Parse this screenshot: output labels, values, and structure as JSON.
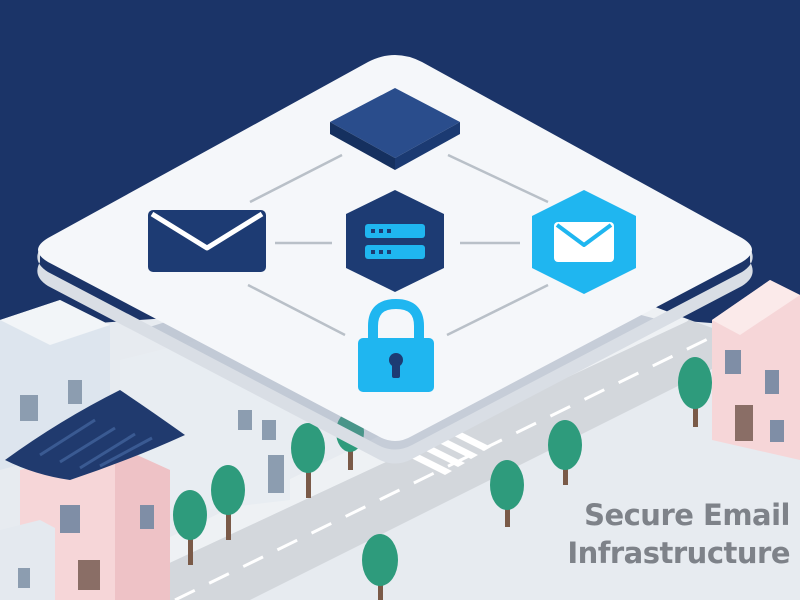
{
  "caption": {
    "line1": "Secure Email",
    "line2": "Infrastructure"
  },
  "colors": {
    "background": "#1b3468",
    "platform": "#f4f6f9",
    "dark_node": "#1d3b73",
    "accent": "#1fb6f0",
    "connector": "#b9c0c8",
    "tree": "#2e9b7c",
    "road": "#d2d6db"
  },
  "nodes": [
    {
      "id": "top",
      "icon": "square-block-icon"
    },
    {
      "id": "left",
      "icon": "envelope-icon"
    },
    {
      "id": "center",
      "icon": "server-icon"
    },
    {
      "id": "right",
      "icon": "envelope-hexagon-icon"
    },
    {
      "id": "bottom",
      "icon": "padlock-icon"
    }
  ]
}
